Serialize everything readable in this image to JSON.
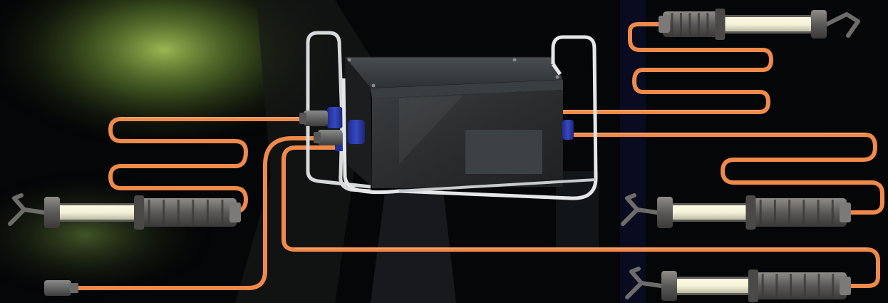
{
  "colors": {
    "background": "#050608",
    "cable": "#f08a4b",
    "cable_highlight": "#f6b07a",
    "box_body": "#2c2f31",
    "box_top": "#3d4042",
    "handle": "#d7dadd",
    "socket": "#2b3aa6",
    "lamp_tube": "#f4f2d8",
    "lamp_body": "#6e6c6a",
    "panel": "#3c4145",
    "glow": "#c9ef6b"
  },
  "scene": {
    "box_icon": "power-distribution-box",
    "lamp_icon": "work-lamp-with-hook",
    "plug_icon": "power-plug",
    "lamp_count": 4
  }
}
